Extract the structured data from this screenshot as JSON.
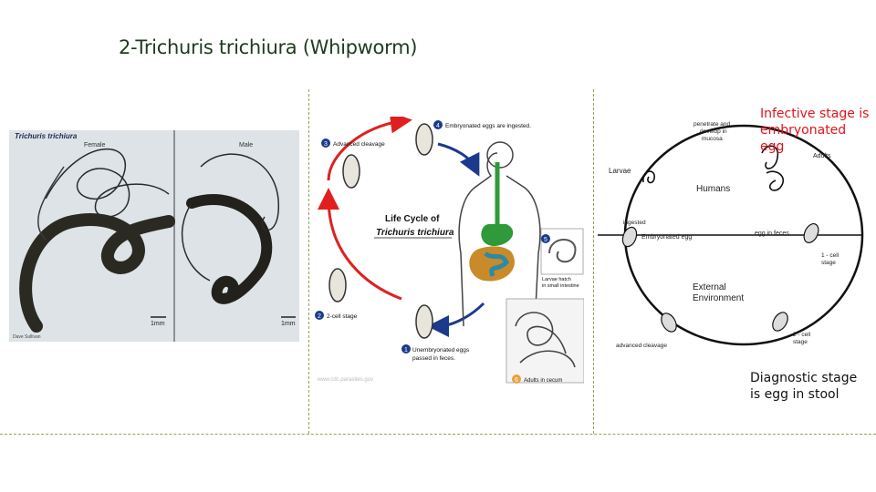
{
  "slide": {
    "title": "2-Trichuris trichiura (Whipworm)",
    "infective_note": "Infective stage is embryonated egg",
    "diagnostic_note": "Diagnostic stage is egg in stool"
  },
  "photo": {
    "species_label": "Trichuris trichiura",
    "female_label": "Female",
    "male_label": "Male",
    "scale_left": "1mm",
    "scale_right": "1mm",
    "credit": "Dave Sullivan"
  },
  "lifecycle": {
    "title_line1": "Life Cycle of",
    "title_line2": "Trichuris trichiura",
    "step1_num": "1",
    "step1_text1": "Unembryonated eggs",
    "step1_text2": "passed in feces.",
    "step2_num": "2",
    "step2_text": "2-cell stage",
    "step3_num": "3",
    "step3_text": "Advanced cleavage",
    "step4_num": "4",
    "step4_text": "Embryonated eggs are ingested.",
    "step5_num": "5",
    "step5_text1": "Larvae hatch",
    "step5_text2": "in small intestine",
    "step6_num": "6",
    "step6_text": "Adults in cecum",
    "watermark": "www.cdc.parasites.gov",
    "colors": {
      "infective_arrow": "#1b3a8c",
      "external_arrow": "#e02020",
      "badge": "#1b3a8c"
    }
  },
  "schema": {
    "penetrate_line1": "penetrate and",
    "penetrate_line2": "develop in",
    "penetrate_line3": "mucosa",
    "larvae": "Larvae",
    "humans": "Humans",
    "adults": "Adults",
    "ingested": "ingested",
    "embryonated_egg": "Embryonated egg",
    "egg_in_feces": "egg in feces",
    "one_cell_line1": "1 - cell",
    "one_cell_line2": "stage",
    "external_line1": "External",
    "external_line2": "Environment",
    "two_cell_line1": "2 - cell",
    "two_cell_line2": "stage",
    "advanced_cleavage": "advanced cleavage"
  }
}
